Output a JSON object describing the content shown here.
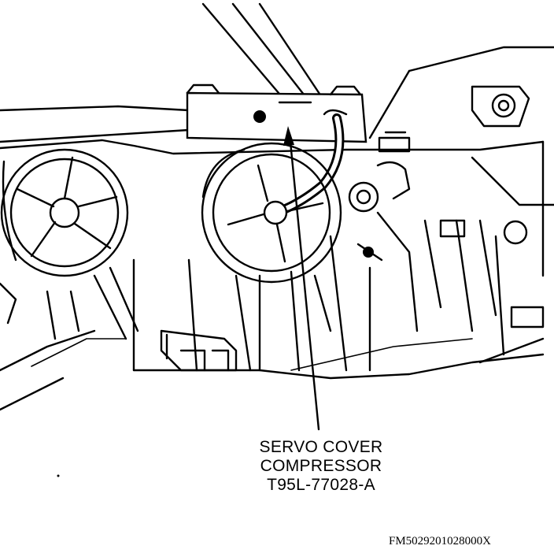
{
  "callout": {
    "line1": "SERVO COVER",
    "line2": "COMPRESSOR",
    "line3": "T95L-77028-A"
  },
  "figure_id": "FM5029201028000X"
}
